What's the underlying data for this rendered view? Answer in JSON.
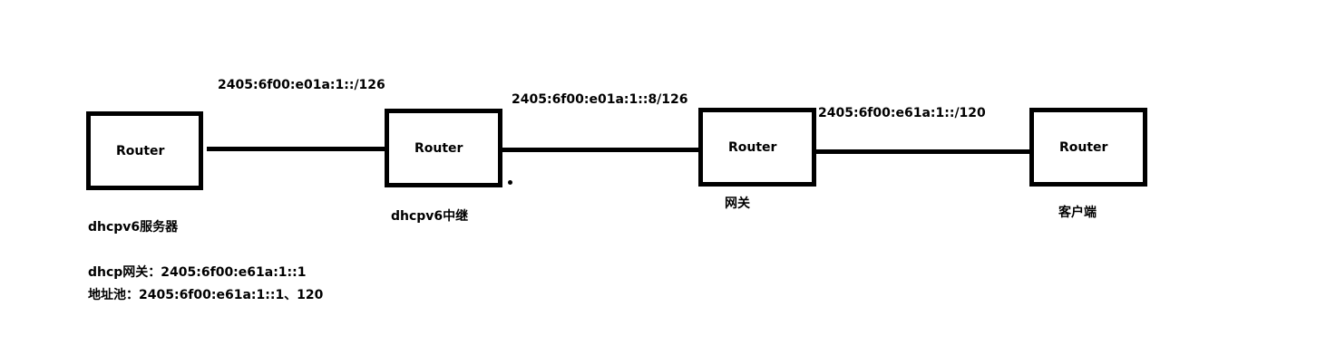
{
  "diagram": {
    "nodes": [
      {
        "label": "Router",
        "caption": "dhcpv6服务器"
      },
      {
        "label": "Router",
        "caption": "dhcpv6中继"
      },
      {
        "label": "Router",
        "caption": "网关"
      },
      {
        "label": "Router",
        "caption": "客户端"
      }
    ],
    "links": [
      {
        "label": "2405:6f00:e01a:1::/126"
      },
      {
        "label": "2405:6f00:e01a:1::8/126"
      },
      {
        "label": "2405:6f00:e61a:1::/120"
      }
    ],
    "notes": [
      "dhcp网关：2405:6f00:e61a:1::1",
      "地址池：2405:6f00:e61a:1::1、120"
    ]
  }
}
